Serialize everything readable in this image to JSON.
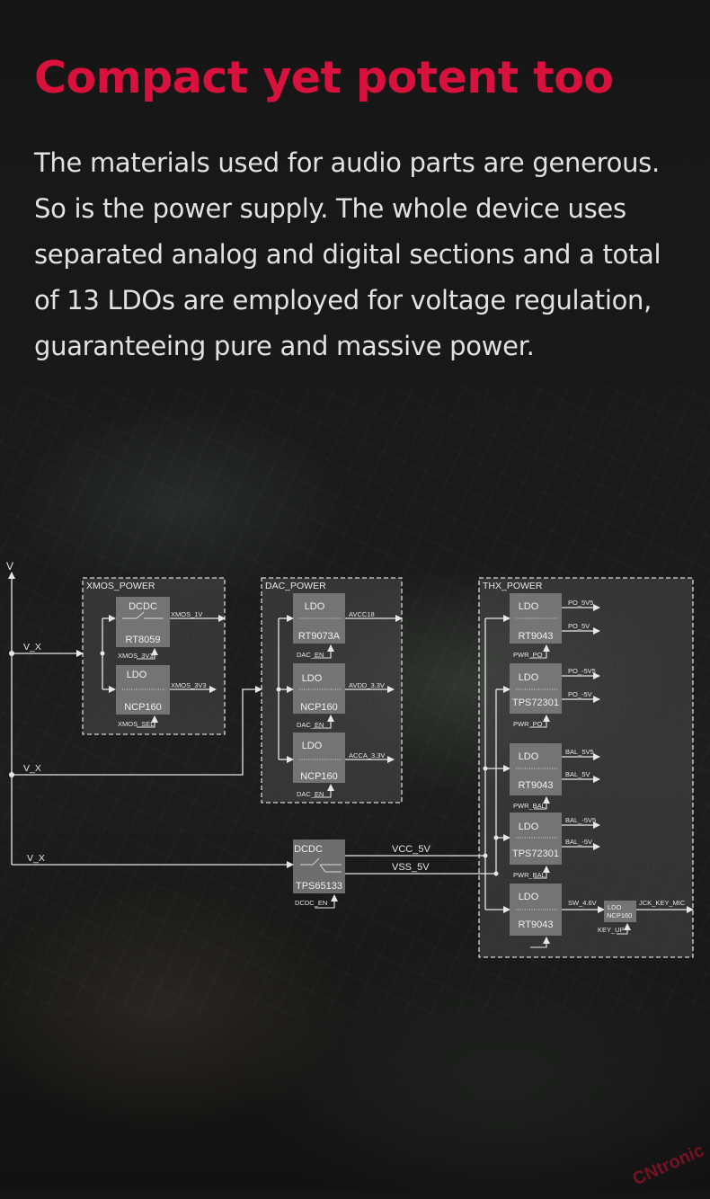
{
  "header": {
    "title": "Compact yet potent too",
    "intro": "The materials used for audio parts are generous. So is the power supply. The whole device uses separated analog and digital sections and a total of 13 LDOs are employed for voltage regulation, guaranteeing pure and massive power."
  },
  "colors": {
    "title": "#d8123c",
    "text": "#e2e2e2",
    "diagram_line": "#e6e6e6",
    "block_fill": "#8a8a8a",
    "group_fill": "#585858"
  },
  "diagram": {
    "input_label": "V",
    "vx_labels": [
      "V_X",
      "V_X",
      "V_X"
    ],
    "groups": {
      "xmos": {
        "title": "XMOS_POWER",
        "blocks": [
          {
            "type": "DCDC",
            "part": "RT8059",
            "out": "XMOS_1V",
            "ctrl": "XMOS_3V3"
          },
          {
            "type": "LDO",
            "part": "NCP160",
            "out": "XMOS_3V3",
            "ctrl": "XMOS_SEL"
          }
        ]
      },
      "dac": {
        "title": "DAC_POWER",
        "blocks": [
          {
            "type": "LDO",
            "part": "RT9073A",
            "out": "AVCC18",
            "ctrl": "DAC_EN"
          },
          {
            "type": "LDO",
            "part": "NCP160",
            "out": "AVDD_3.3V",
            "ctrl": "DAC_EN"
          },
          {
            "type": "LDO",
            "part": "NCP160",
            "out": "ACCA_3.3V",
            "ctrl": "DAC_EN"
          }
        ]
      },
      "dcdc": {
        "type": "DCDC",
        "part": "TPS65133",
        "ctrl": "DCDC_EN",
        "out1": "VCC_5V",
        "out2": "VSS_5V"
      },
      "thx": {
        "title": "THX_POWER",
        "blocks": [
          {
            "type": "LDO",
            "part": "RT9043",
            "out1": "PO_5V5",
            "out2": "PO_5V",
            "ctrl": "PWR_PO"
          },
          {
            "type": "LDO",
            "part": "TPS72301",
            "out1": "PO_-5V5",
            "out2": "PO_-5V",
            "ctrl": "PWR_PO"
          },
          {
            "type": "LDO",
            "part": "RT9043",
            "out1": "BAL_5V5",
            "out2": "BAL_5V",
            "ctrl": "PWR_BAL"
          },
          {
            "type": "LDO",
            "part": "TPS72301",
            "out1": "BAL_-5V5",
            "out2": "BAL_-5V",
            "ctrl": "PWR_BAL"
          },
          {
            "type": "LDO",
            "part": "RT9043",
            "out1": "SW_4.6V",
            "ctrl": "KEY_UP"
          }
        ],
        "mic": {
          "type": "LDO",
          "part": "NCP160",
          "out": "JCK_KEY_MIC"
        }
      }
    }
  },
  "watermark": {
    "text": "CNtronic"
  }
}
